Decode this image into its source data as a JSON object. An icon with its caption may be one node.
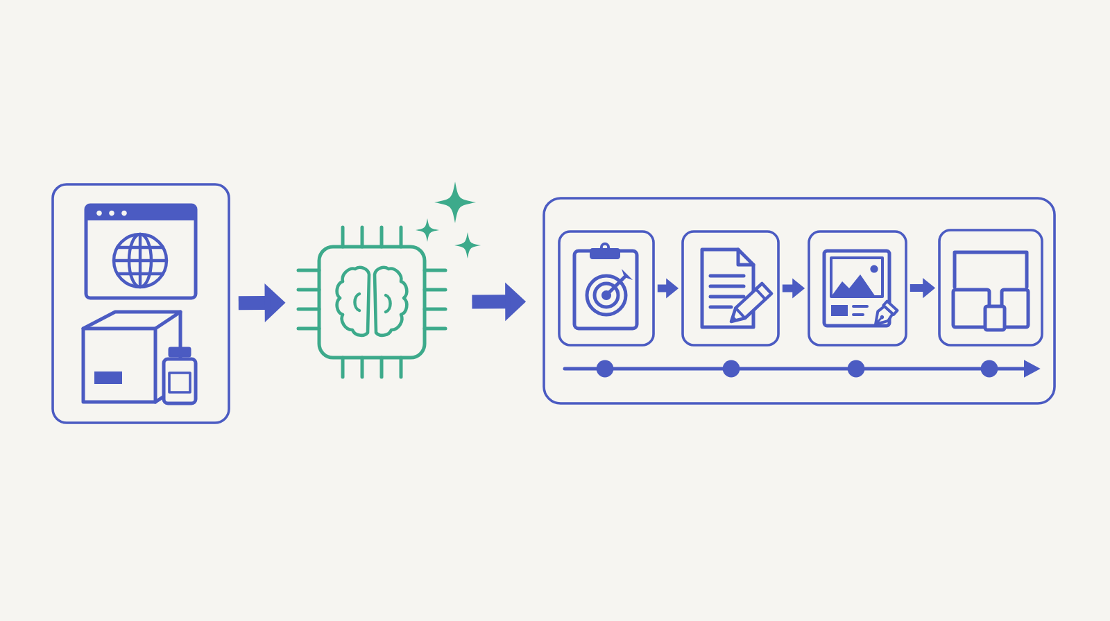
{
  "diagram": {
    "nodes": [
      {
        "text": [],
        "shape": "box"
      },
      {
        "text": [],
        "shape": "picture",
        "in": 0
      },
      {
        "text": [],
        "shape": "picture",
        "in": 0
      },
      {
        "text": [],
        "shape": "picture"
      },
      {
        "text": [],
        "shape": "box"
      },
      {
        "text": [],
        "shape": "box",
        "in": 4
      },
      {
        "text": [],
        "shape": "picture",
        "in": 5
      },
      {
        "text": [],
        "shape": "box",
        "in": 4
      },
      {
        "text": [],
        "shape": "picture",
        "in": 7
      },
      {
        "text": [],
        "shape": "box",
        "in": 4
      },
      {
        "text": [],
        "shape": "picture",
        "in": 9
      },
      {
        "text": [],
        "shape": "box",
        "in": 4
      },
      {
        "text": [],
        "shape": "picture",
        "in": 11
      }
    ],
    "edges": [
      {
        "from": 0,
        "to": 3,
        "arrow": "to",
        "style": "thick"
      },
      {
        "from": 3,
        "to": 4,
        "arrow": "to",
        "style": "thick"
      },
      {
        "from": 5,
        "to": 7,
        "arrow": "to"
      },
      {
        "from": 7,
        "to": 9,
        "arrow": "to"
      },
      {
        "from": 9,
        "to": 11,
        "arrow": "to"
      }
    ]
  }
}
